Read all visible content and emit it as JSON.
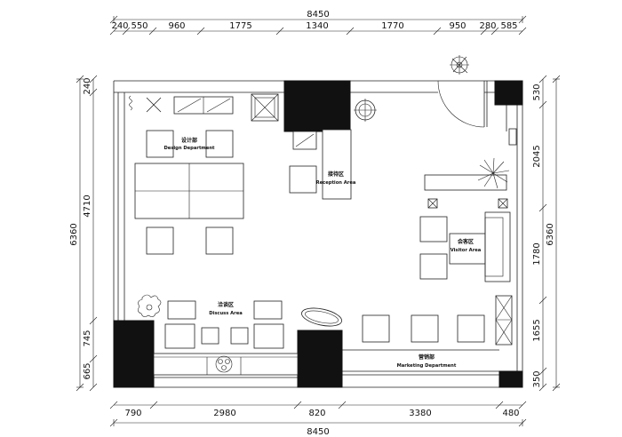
{
  "dimensions": {
    "top_total": "8450",
    "top_segments": [
      "240",
      "550",
      "960",
      "1775",
      "1340",
      "1770",
      "950",
      "280",
      "585"
    ],
    "bottom_total": "8450",
    "bottom_segments": [
      "790",
      "2980",
      "820",
      "3380",
      "480"
    ],
    "left_total": "6360",
    "left_segments": [
      "240",
      "4710",
      "745",
      "665"
    ],
    "right_total": "6360",
    "right_segments": [
      "530",
      "2045",
      "1780",
      "1655",
      "350"
    ]
  },
  "zones": {
    "design": {
      "cn": "设计部",
      "en": "Design Department"
    },
    "reception": {
      "cn": "接待区",
      "en": "Reception Area"
    },
    "visitor": {
      "cn": "会客区",
      "en": "Visitor Area"
    },
    "discuss": {
      "cn": "洽谈区",
      "en": "Discuss Area"
    },
    "marketing": {
      "cn": "营销部",
      "en": "Marketing Department"
    }
  }
}
